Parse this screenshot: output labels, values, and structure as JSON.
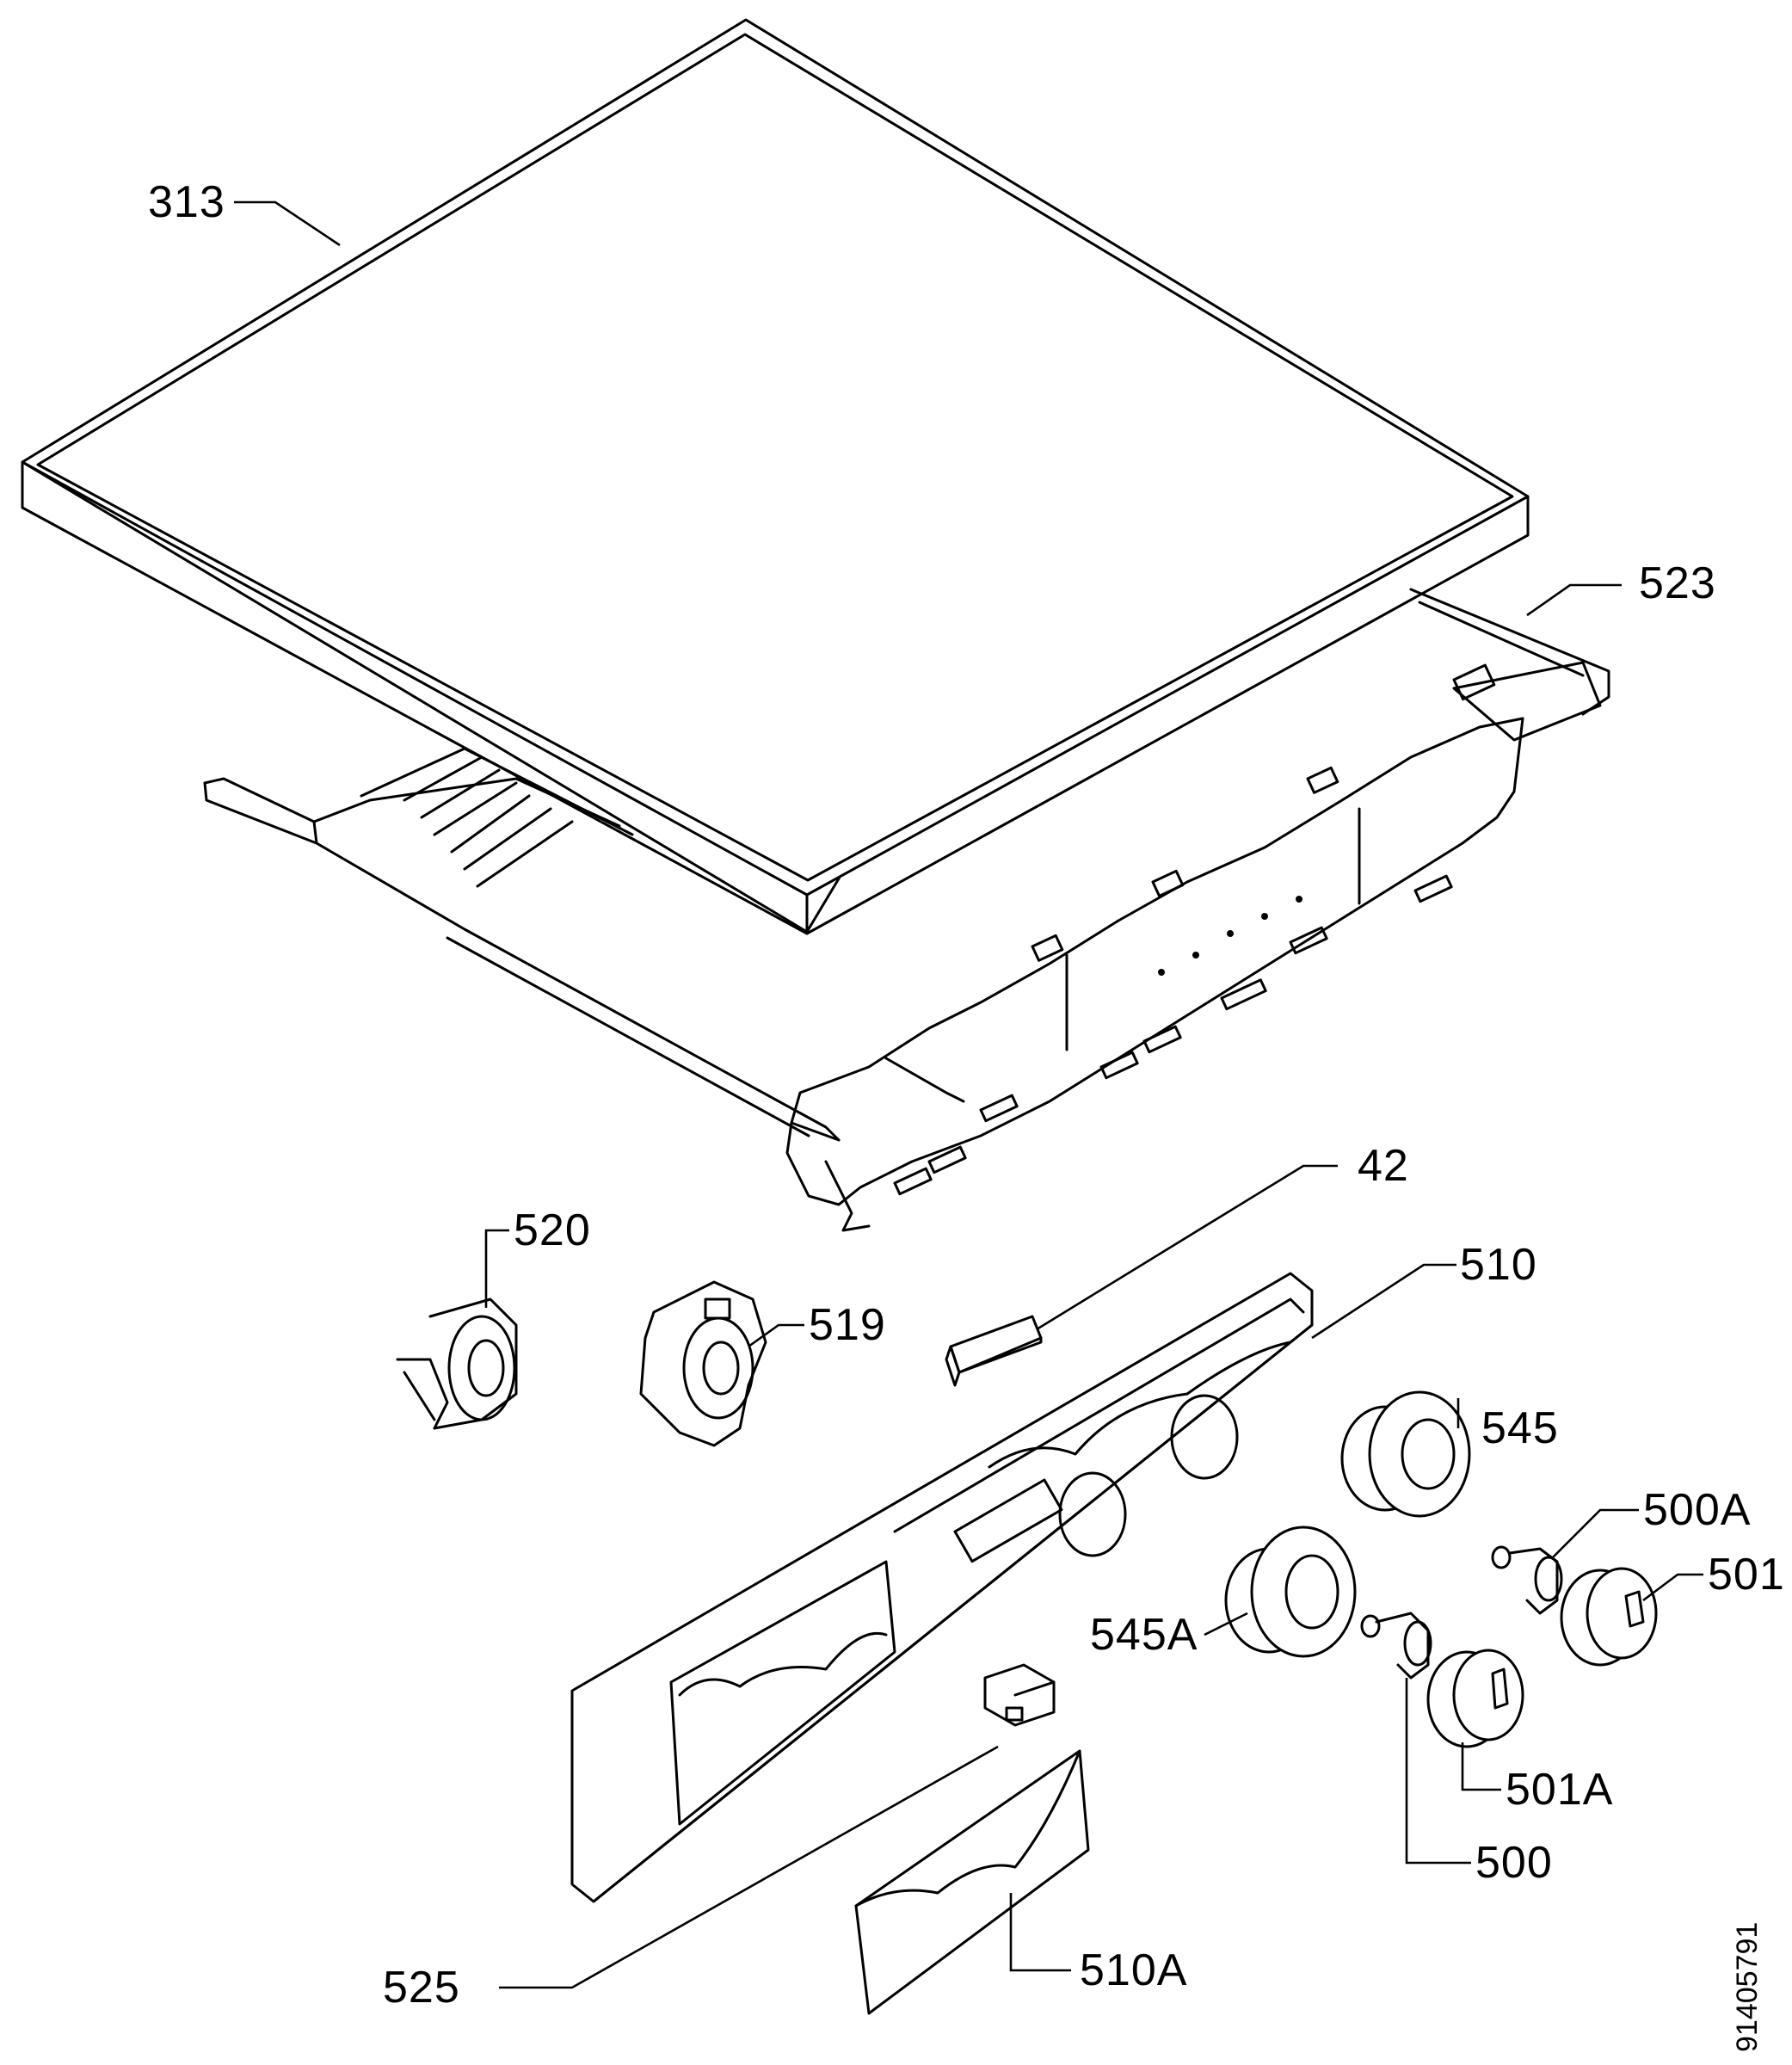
{
  "diagram": {
    "callouts": [
      {
        "id": "313",
        "label": "313"
      },
      {
        "id": "523",
        "label": "523"
      },
      {
        "id": "42",
        "label": "42"
      },
      {
        "id": "520",
        "label": "520"
      },
      {
        "id": "519",
        "label": "519"
      },
      {
        "id": "510",
        "label": "510"
      },
      {
        "id": "545",
        "label": "545"
      },
      {
        "id": "500A",
        "label": "500A"
      },
      {
        "id": "501",
        "label": "501"
      },
      {
        "id": "545A",
        "label": "545A"
      },
      {
        "id": "501A",
        "label": "501A"
      },
      {
        "id": "500",
        "label": "500"
      },
      {
        "id": "525",
        "label": "525"
      },
      {
        "id": "510A",
        "label": "510A"
      }
    ],
    "drawing_number": "91405791"
  }
}
